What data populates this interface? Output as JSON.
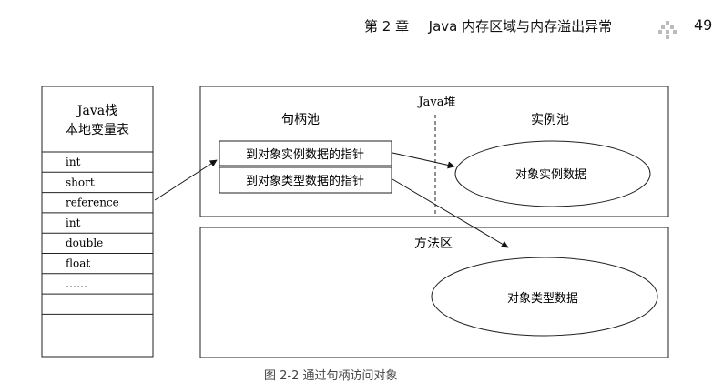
{
  "header": {
    "chapter": "第 2 章",
    "title": "Java 内存区域与内存溢出异常",
    "page_number": "49"
  },
  "stack": {
    "title_line1": "Java栈",
    "title_line2": "本地变量表",
    "slots": [
      "int",
      "short",
      "reference",
      "int",
      "double",
      "float",
      "……",
      "",
      ""
    ]
  },
  "heap": {
    "title": "Java堆",
    "handle_pool": {
      "title": "句柄池",
      "entries": [
        "到对象实例数据的指针",
        "到对象类型数据的指针"
      ]
    },
    "instance_pool": {
      "title": "实例池",
      "data": "对象实例数据"
    }
  },
  "method_area": {
    "title": "方法区",
    "data": "对象类型数据"
  },
  "caption": "图 2-2 通过句柄访问对象"
}
